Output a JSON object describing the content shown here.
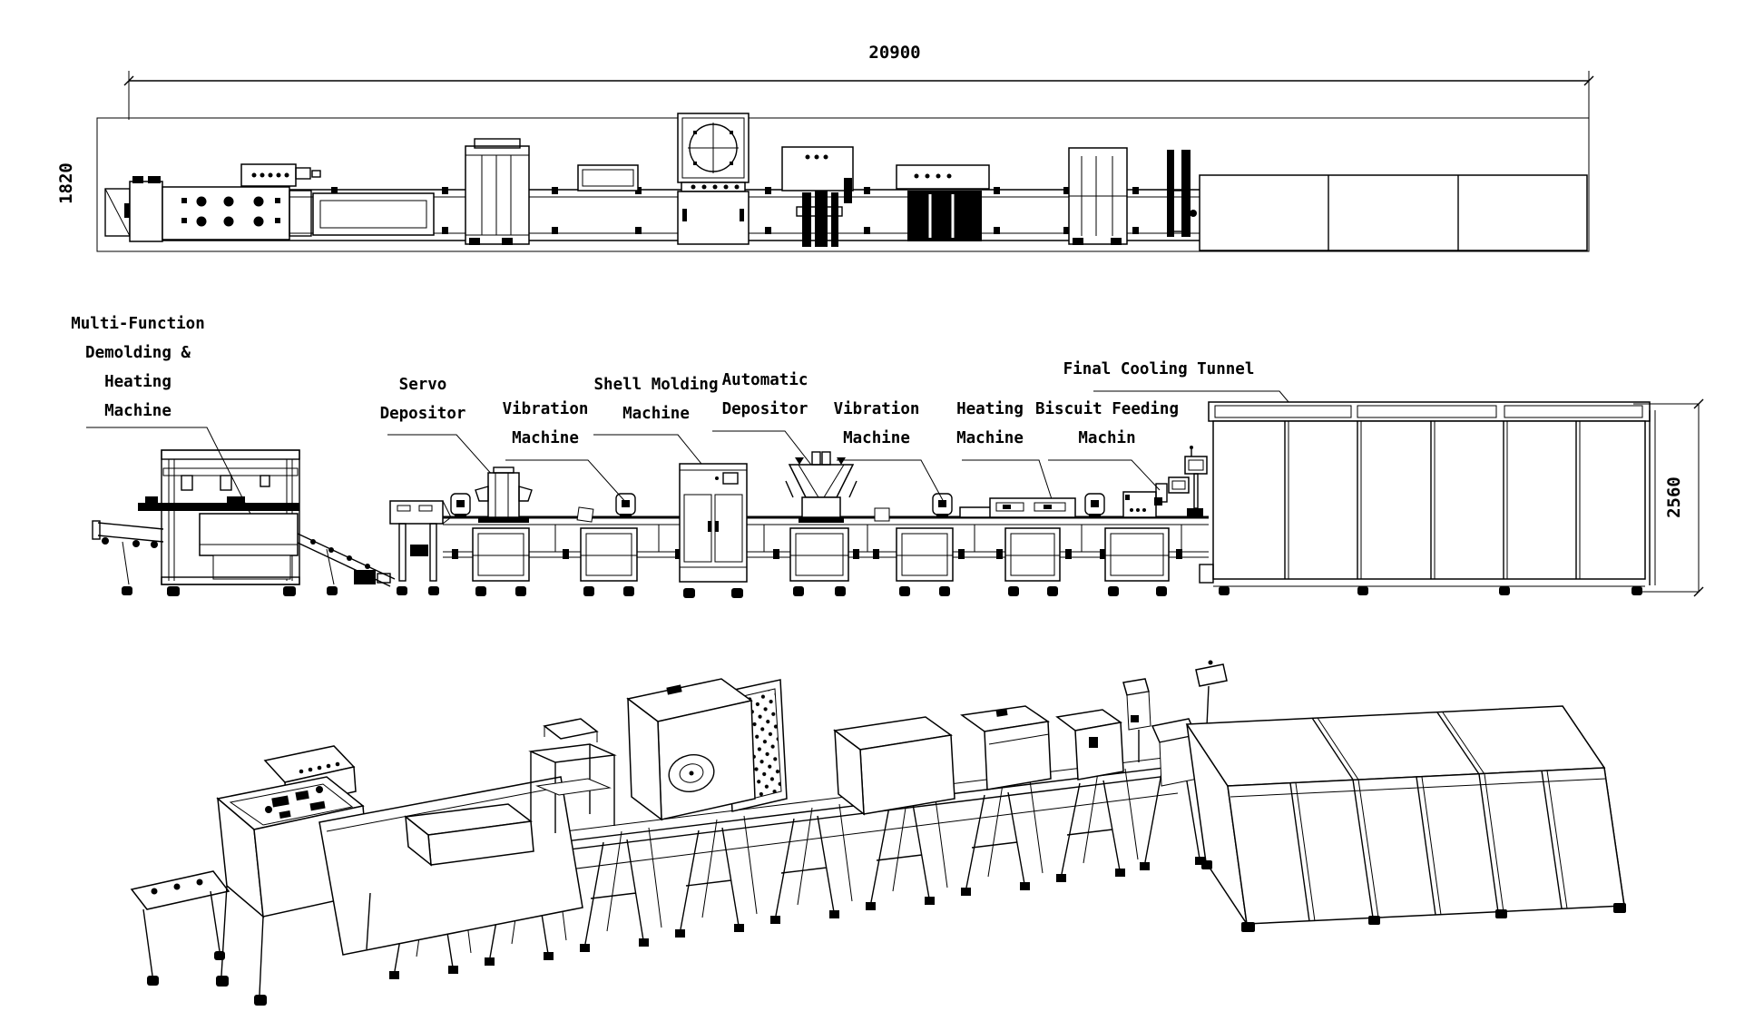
{
  "dimensions": {
    "overall_length": "20900",
    "overall_width": "1820",
    "tunnel_height": "2560"
  },
  "side_view_labels": [
    {
      "id": "demolding",
      "lines": [
        "Multi-Function",
        "Demolding &",
        "Heating",
        "Machine"
      ]
    },
    {
      "id": "servo-depositor",
      "lines": [
        "Servo",
        "Depositor"
      ]
    },
    {
      "id": "vibration-1",
      "lines": [
        "Vibration",
        "Machine"
      ]
    },
    {
      "id": "shell-molding",
      "lines": [
        "Shell Molding",
        "Machine"
      ]
    },
    {
      "id": "automatic-depositor",
      "lines": [
        "Automatic",
        "Depositor"
      ]
    },
    {
      "id": "vibration-2",
      "lines": [
        "Vibration",
        "Machine"
      ]
    },
    {
      "id": "heating",
      "lines": [
        "Heating",
        "Machine"
      ]
    },
    {
      "id": "biscuit-feeding",
      "lines": [
        "Biscuit Feeding",
        "Machin"
      ]
    },
    {
      "id": "final-cooling-tunnel",
      "lines": [
        "Final Cooling Tunnel"
      ]
    }
  ],
  "colors": {
    "ink": "#000000",
    "background": "#ffffff"
  }
}
